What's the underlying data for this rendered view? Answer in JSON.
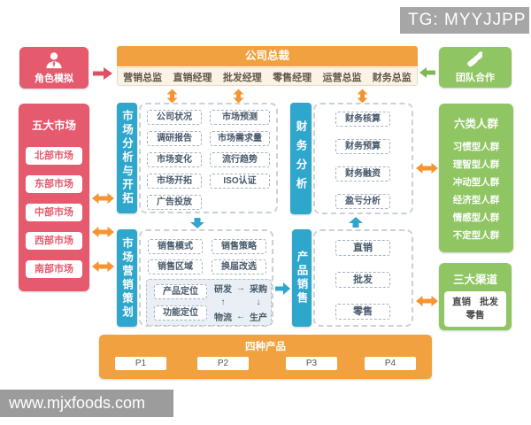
{
  "watermarks": {
    "tg": "TG: MYYJJPP",
    "site": "www.mjxfoods.com"
  },
  "role_box": {
    "label": "角色模拟"
  },
  "team_box": {
    "label": "团队合作"
  },
  "header": {
    "ceo_label": "公司总裁",
    "managers": [
      "营销总监",
      "直销经理",
      "批发经理",
      "零售经理",
      "运营总监",
      "财务总监"
    ]
  },
  "markets": {
    "title": "五大市场",
    "items": [
      "北部市场",
      "东部市场",
      "中部市场",
      "西部市场",
      "南部市场"
    ]
  },
  "analysis": {
    "title": "市场分析与开拓",
    "col1": [
      "公司状况",
      "调研报告",
      "市场变化",
      "市场开拓",
      "广告投放"
    ],
    "col2": [
      "市场预测",
      "市场需求量",
      "流行趋势",
      "ISO认证"
    ]
  },
  "finance": {
    "title": "财务分析",
    "items": [
      "财务核算",
      "财务预算",
      "财务融资",
      "盈亏分析"
    ]
  },
  "groups": {
    "title": "六类人群",
    "items": [
      "习惯型人群",
      "理智型人群",
      "冲动型人群",
      "经济型人群",
      "情感型人群",
      "不定型人群"
    ]
  },
  "marketing": {
    "title": "市场营销策划",
    "grid": [
      "销售模式",
      "销售策略",
      "销售区域",
      "换届改选"
    ],
    "positioning": [
      "产品定位",
      "功能定位"
    ],
    "flow": {
      "top_left": "研发",
      "top_right": "采购",
      "bottom_left": "物流",
      "bottom_right": "生产",
      "arrow_right": "→",
      "arrow_down": "↓",
      "arrow_left": "←",
      "arrow_up": "↑"
    }
  },
  "sales": {
    "title": "产品销售",
    "items": [
      "直销",
      "批发",
      "零售"
    ]
  },
  "channels": {
    "title": "三大渠道",
    "row1": [
      "直销",
      "批发"
    ],
    "row2": "零售"
  },
  "products": {
    "title": "四种产品",
    "items": [
      "P1",
      "P2",
      "P3",
      "P4"
    ]
  },
  "colors": {
    "orange": "#f2a140",
    "orange_arrow": "#f59431",
    "red": "#e55a6d",
    "red_arrow": "#e14f63",
    "green": "#8fc562",
    "green_arrow": "#7fb853",
    "teal": "#2fa6cb",
    "cream": "#fbf4e6",
    "gray_watermark": "#a6a6a6"
  }
}
